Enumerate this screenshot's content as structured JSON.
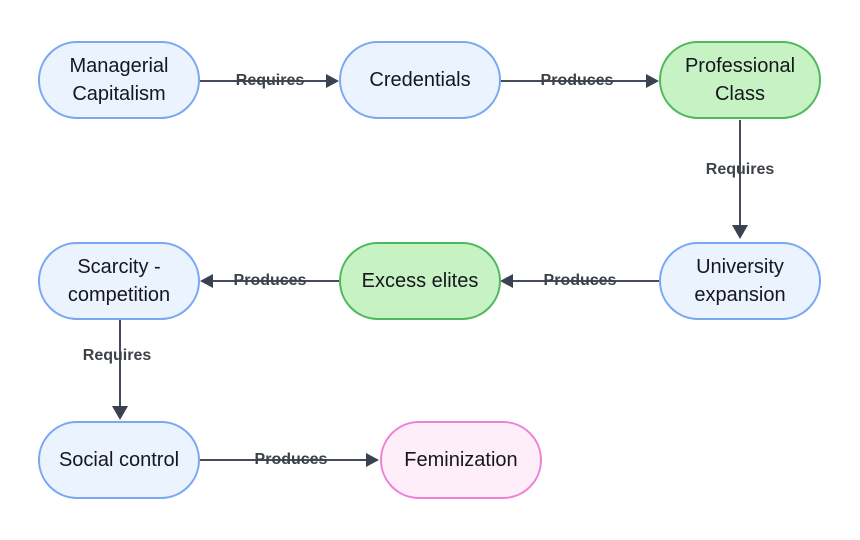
{
  "diagram": {
    "type": "flowchart",
    "nodes": [
      {
        "id": "managerial-capitalism",
        "label": "Managerial Capitalism",
        "style": "blue"
      },
      {
        "id": "credentials",
        "label": "Credentials",
        "style": "blue"
      },
      {
        "id": "professional-class",
        "label": "Professional Class",
        "style": "green"
      },
      {
        "id": "university-expansion",
        "label": "University expansion",
        "style": "blue"
      },
      {
        "id": "excess-elites",
        "label": "Excess elites",
        "style": "green"
      },
      {
        "id": "scarcity-competition",
        "label": "Scarcity - competition",
        "style": "blue"
      },
      {
        "id": "social-control",
        "label": "Social control",
        "style": "blue"
      },
      {
        "id": "feminization",
        "label": "Feminization",
        "style": "pink"
      }
    ],
    "edges": [
      {
        "from": "managerial-capitalism",
        "to": "credentials",
        "label": "Requires",
        "direction": "right"
      },
      {
        "from": "credentials",
        "to": "professional-class",
        "label": "Produces",
        "direction": "right"
      },
      {
        "from": "professional-class",
        "to": "university-expansion",
        "label": "Requires",
        "direction": "down"
      },
      {
        "from": "university-expansion",
        "to": "excess-elites",
        "label": "Produces",
        "direction": "left"
      },
      {
        "from": "excess-elites",
        "to": "scarcity-competition",
        "label": "Produces",
        "direction": "left"
      },
      {
        "from": "scarcity-competition",
        "to": "social-control",
        "label": "Requires",
        "direction": "down"
      },
      {
        "from": "social-control",
        "to": "feminization",
        "label": "Produces",
        "direction": "right"
      }
    ],
    "colors": {
      "background": "#ffffff",
      "node_blue_fill": "#ebf3fe",
      "node_blue_border": "#79a7f2",
      "node_green_fill": "#c7f2c3",
      "node_green_border": "#4fb85a",
      "node_pink_fill": "#fdeefa",
      "node_pink_border": "#ee81d8",
      "edge_line": "#444c59",
      "arrowhead": "#3a4150",
      "edge_label_text": "#3d4249",
      "node_text": "#15171c"
    }
  }
}
